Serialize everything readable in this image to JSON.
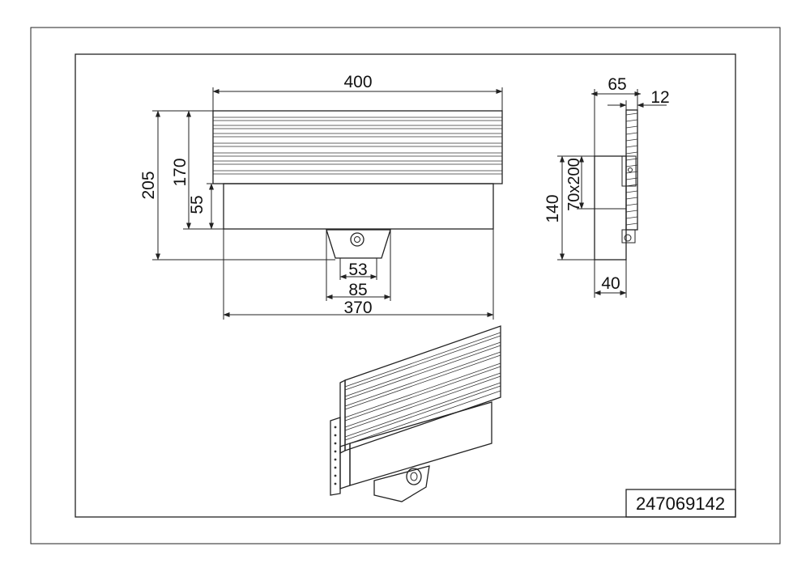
{
  "part_number": "247069142",
  "front_view": {
    "dim_width_top": "400",
    "dim_height_total": "205",
    "dim_height_box": "170",
    "dim_height_lower": "55",
    "dim_sensor_inner": "53",
    "dim_sensor_outer": "85",
    "dim_width_bottom": "370"
  },
  "side_view": {
    "dim_depth": "65",
    "dim_plate": "12",
    "dim_mount_size": "70x200",
    "dim_height": "140",
    "dim_base_depth": "40"
  }
}
